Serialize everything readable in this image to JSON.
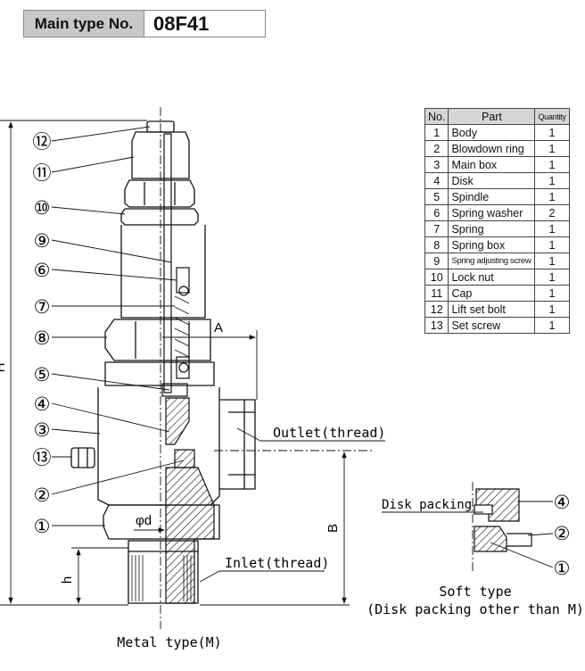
{
  "header": {
    "label": "Main type No.",
    "value": "08F41"
  },
  "parts_table": {
    "headers": [
      "No.",
      "Part",
      "Quantity"
    ],
    "rows": [
      {
        "no": "1",
        "part": "Body",
        "qty": "1"
      },
      {
        "no": "2",
        "part": "Blowdown ring",
        "qty": "1"
      },
      {
        "no": "3",
        "part": "Main box",
        "qty": "1"
      },
      {
        "no": "4",
        "part": "Disk",
        "qty": "1"
      },
      {
        "no": "5",
        "part": "Spindle",
        "qty": "1"
      },
      {
        "no": "6",
        "part": "Spring washer",
        "qty": "2"
      },
      {
        "no": "7",
        "part": "Spring",
        "qty": "1"
      },
      {
        "no": "8",
        "part": "Spring box",
        "qty": "1"
      },
      {
        "no": "9",
        "part": "Spring adjusting screw",
        "qty": "1"
      },
      {
        "no": "10",
        "part": "Lock nut",
        "qty": "1"
      },
      {
        "no": "11",
        "part": "Cap",
        "qty": "1"
      },
      {
        "no": "12",
        "part": "Lift set bolt",
        "qty": "1"
      },
      {
        "no": "13",
        "part": "Set screw",
        "qty": "1"
      }
    ]
  },
  "callouts": {
    "c1": "①",
    "c2": "②",
    "c3": "③",
    "c4": "④",
    "c5": "⑤",
    "c6": "⑥",
    "c7": "⑦",
    "c8": "⑧",
    "c9": "⑨",
    "c10": "⑩",
    "c11": "⑪",
    "c12": "⑫",
    "c13": "⑬"
  },
  "dimensions": {
    "H": "H",
    "A": "A",
    "B": "B",
    "h": "h",
    "phi_d": "φd"
  },
  "labels": {
    "outlet": "Outlet(thread)",
    "inlet": "Inlet(thread)",
    "metal_type": "Metal type(M)",
    "disk_packing": "Disk packing",
    "soft_type": "Soft type",
    "soft_type_note": "(Disk packing other than M)"
  },
  "soft_callouts": {
    "c4": "④",
    "c2": "②",
    "c1": "①"
  }
}
